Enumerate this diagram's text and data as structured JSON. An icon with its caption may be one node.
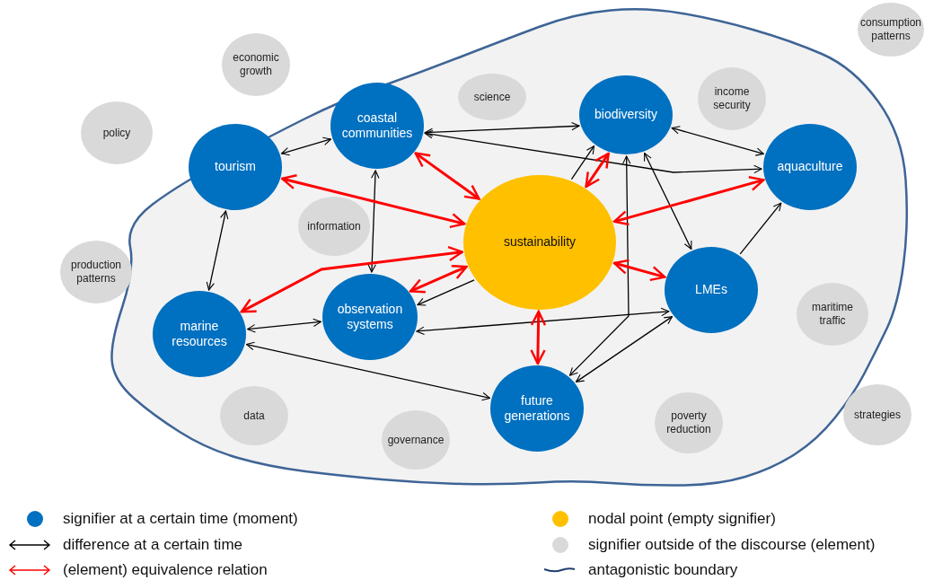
{
  "diagram": {
    "nodes": [
      {
        "text": [],
        "shape": "blob"
      },
      {
        "text": [
          "consumption patterns"
        ]
      },
      {
        "text": [
          "economic growth"
        ]
      },
      {
        "text": [
          "income security"
        ],
        "in": 0
      },
      {
        "text": [
          "policy"
        ]
      },
      {
        "text": [
          "science"
        ],
        "in": 0
      },
      {
        "text": [
          "coastal communities"
        ],
        "in": 0
      },
      {
        "text": [
          "biodiversity"
        ],
        "in": 0
      },
      {
        "text": [
          "tourism"
        ],
        "in": 0
      },
      {
        "text": [
          "aquaculture"
        ],
        "in": 0
      },
      {
        "text": [
          "information"
        ],
        "in": 0
      },
      {
        "text": [
          "sustainability"
        ],
        "in": 0
      },
      {
        "text": [
          "production patterns"
        ]
      },
      {
        "text": [
          "maritime traffic"
        ],
        "in": 0
      },
      {
        "text": [
          "LMEs"
        ],
        "in": 0
      },
      {
        "text": [
          "marine resources"
        ],
        "in": 0
      },
      {
        "text": [
          "observation systems"
        ],
        "in": 0
      },
      {
        "text": [
          "data"
        ],
        "in": 0
      },
      {
        "text": [
          "future generations"
        ],
        "in": 0
      },
      {
        "text": [
          "governance"
        ],
        "in": 0
      },
      {
        "text": [
          "poverty reduction"
        ],
        "in": 0
      },
      {
        "text": [
          "strategies"
        ]
      }
    ],
    "edges": [
      {
        "from": 8,
        "to": 6,
        "arrow": "both"
      },
      {
        "from": 6,
        "to": 7,
        "arrow": "both"
      },
      {
        "from": 6,
        "to": 9,
        "arrow": "both"
      },
      {
        "from": 7,
        "to": 9,
        "arrow": "both"
      },
      {
        "from": 11,
        "to": 7,
        "arrow": "to"
      },
      {
        "from": 7,
        "to": 14,
        "arrow": "both"
      },
      {
        "from": 8,
        "to": 15,
        "arrow": "both"
      },
      {
        "from": 6,
        "to": 16,
        "arrow": "both"
      },
      {
        "from": 11,
        "to": 16,
        "arrow": "to"
      },
      {
        "from": 15,
        "to": 16,
        "arrow": "both"
      },
      {
        "from": 14,
        "to": 16,
        "arrow": "both"
      },
      {
        "from": 15,
        "to": 18,
        "arrow": "both"
      },
      {
        "from": 7,
        "to": 18,
        "arrow": "both"
      },
      {
        "from": 14,
        "to": 18,
        "arrow": "both"
      },
      {
        "from": 14,
        "to": 9,
        "arrow": "to"
      },
      {
        "from": 11,
        "to": 8,
        "arrow": "both",
        "style": "thick",
        "color": "#ff0000"
      },
      {
        "from": 11,
        "to": 6,
        "arrow": "both",
        "style": "thick",
        "color": "#ff0000"
      },
      {
        "from": 11,
        "to": 7,
        "arrow": "both",
        "style": "thick",
        "color": "#ff0000"
      },
      {
        "from": 11,
        "to": 9,
        "arrow": "both",
        "style": "thick",
        "color": "#ff0000"
      },
      {
        "from": 11,
        "to": 14,
        "arrow": "both",
        "style": "thick",
        "color": "#ff0000"
      },
      {
        "from": 11,
        "to": 18,
        "arrow": "both",
        "style": "thick",
        "color": "#ff0000"
      },
      {
        "from": 11,
        "to": 16,
        "arrow": "both",
        "style": "thick",
        "color": "#ff0000"
      },
      {
        "from": 11,
        "to": 15,
        "arrow": "both",
        "style": "thick",
        "color": "#ff0000"
      }
    ],
    "legend": [
      {
        "text": "signifier at a certain time (moment)",
        "color": "#0070c0"
      },
      {
        "text": "nodal point (empty signifier)",
        "color": "#ffc000"
      },
      {
        "text": "difference at a certain time"
      },
      {
        "text": "signifier outside of the discourse (element)",
        "color": "#d9d9d9"
      },
      {
        "text": "(element) equivalence relation"
      },
      {
        "text": "antagonistic boundary"
      }
    ]
  }
}
